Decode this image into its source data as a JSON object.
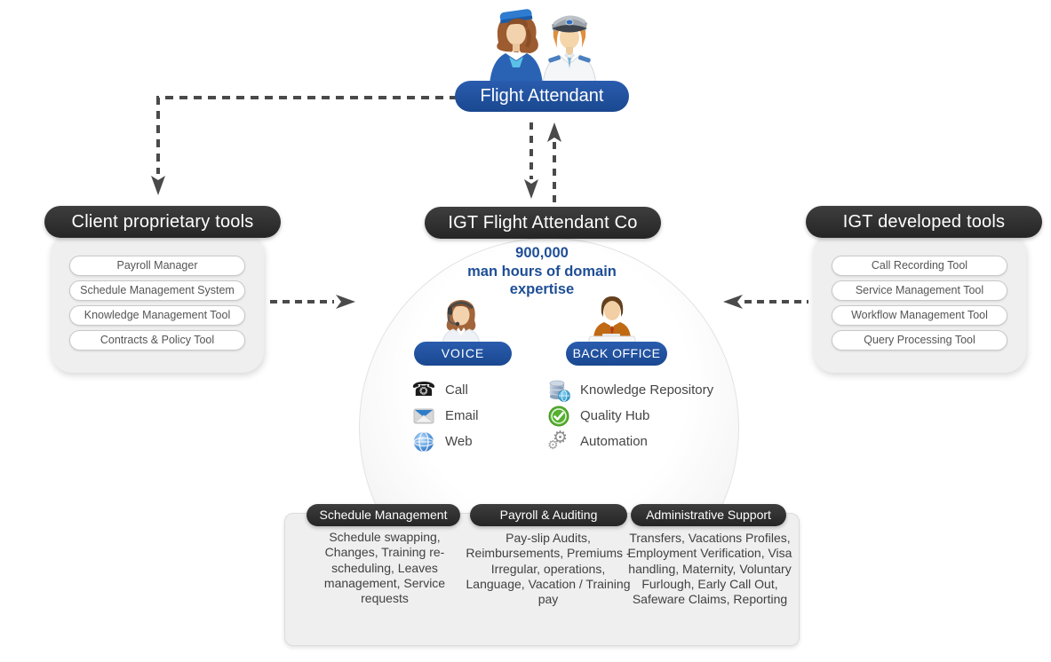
{
  "palette": {
    "navy_pill": "#1e4f9c",
    "dark_pill": "#2c2c2c",
    "panel_gray": "#efefef",
    "stat_blue": "#1f4e96",
    "body_text": "#424242",
    "arrow_gray": "#4a4a4a"
  },
  "flight_attendant": {
    "label": "Flight Attendant"
  },
  "client_tools": {
    "title": "Client proprietary tools",
    "items": [
      "Payroll Manager",
      "Schedule Management System",
      "Knowledge Management Tool",
      "Contracts & Policy Tool"
    ]
  },
  "igt_tools": {
    "title": "IGT developed tools",
    "items": [
      "Call Recording Tool",
      "Service Management Tool",
      "Workflow Management Tool",
      "Query Processing Tool"
    ]
  },
  "center": {
    "title": "IGT Flight Attendant Co",
    "stat": "900,000\nman hours of domain\nexpertise",
    "voice": {
      "label": "VOICE",
      "channels": [
        {
          "icon": "phone-icon",
          "label": "Call"
        },
        {
          "icon": "email-icon",
          "label": "Email"
        },
        {
          "icon": "globe-icon",
          "label": "Web"
        }
      ]
    },
    "back_office": {
      "label": "BACK OFFICE",
      "functions": [
        {
          "icon": "database-globe-icon",
          "label": "Knowledge Repository"
        },
        {
          "icon": "quality-check-icon",
          "label": "Quality Hub"
        },
        {
          "icon": "gears-icon",
          "label": "Automation"
        }
      ]
    }
  },
  "bottom": {
    "columns": [
      {
        "title": "Schedule Management",
        "text": "Schedule swapping, Changes, Training re-scheduling, Leaves management, Service requests"
      },
      {
        "title": "Payroll & Auditing",
        "text": "Pay-slip Audits, Reimbursements, Premiums - Irregular, operations, Language, Vacation / Training pay"
      },
      {
        "title": "Administrative Support",
        "text": "Transfers, Vacations Profiles, Employment Verification, Visa handling, Maternity, Voluntary Furlough, Early Call Out, Safeware Claims, Reporting"
      }
    ]
  },
  "icons": {
    "phone_glyph": "☎",
    "gear_glyph": "⚙"
  }
}
